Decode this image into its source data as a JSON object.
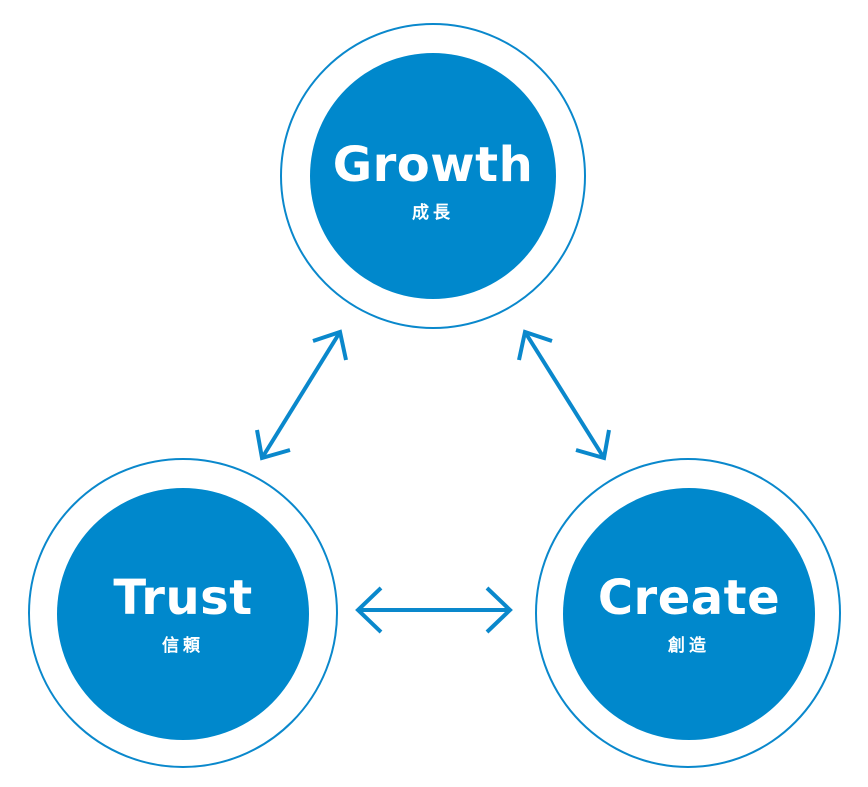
{
  "colors": {
    "node_fill": "#0088cc",
    "node_ring": "#0a88cc",
    "arrow": "#0a88cc",
    "text": "#ffffff",
    "background": "#ffffff"
  },
  "nodes": {
    "growth": {
      "title": "Growth",
      "subtitle": "成長"
    },
    "trust": {
      "title": "Trust",
      "subtitle": "信頼"
    },
    "create": {
      "title": "Create",
      "subtitle": "創造"
    }
  },
  "connections": [
    {
      "from": "growth",
      "to": "trust",
      "type": "bidirectional-arrow"
    },
    {
      "from": "growth",
      "to": "create",
      "type": "bidirectional-arrow"
    },
    {
      "from": "trust",
      "to": "create",
      "type": "bidirectional-arrow"
    }
  ]
}
